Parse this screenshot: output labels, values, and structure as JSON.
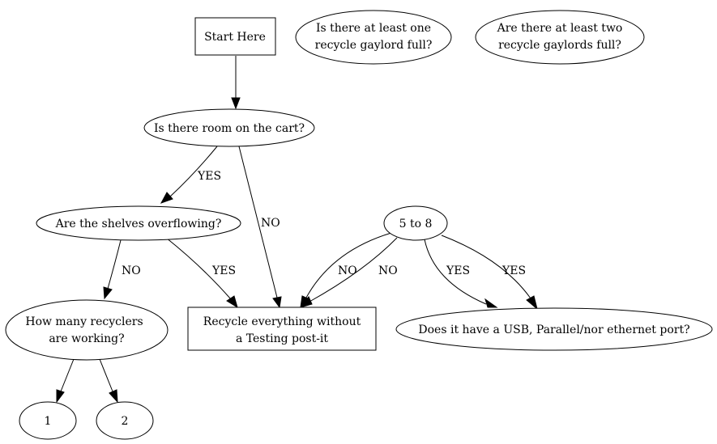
{
  "diagram": {
    "nodes": {
      "start": {
        "label": [
          "Start Here"
        ]
      },
      "q_one_gaylord": {
        "label": [
          "Is there at least one",
          "recycle gaylord full?"
        ]
      },
      "q_two_gaylords": {
        "label": [
          "Are there at least two",
          "recycle gaylords full?"
        ]
      },
      "q_room_on_cart": {
        "label": [
          "Is there room on the cart?"
        ]
      },
      "q_shelves": {
        "label": [
          "Are the shelves overflowing?"
        ]
      },
      "five_to_eight": {
        "label": [
          "5 to 8"
        ]
      },
      "q_recyclers": {
        "label": [
          "How many recyclers",
          "are working?"
        ]
      },
      "recycle_all": {
        "label": [
          "Recycle everything without",
          "a Testing post-it"
        ]
      },
      "q_ports": {
        "label": [
          "Does it have a USB, Parallel/nor ethernet port?"
        ]
      },
      "n1": {
        "label": [
          "1"
        ]
      },
      "n2": {
        "label": [
          "2"
        ]
      }
    },
    "edges": {
      "cart_yes": "YES",
      "cart_no": "NO",
      "shelves_no": "NO",
      "shelves_yes": "YES",
      "five_no_a": "NO",
      "five_no_b": "NO",
      "five_yes_a": "YES",
      "five_yes_b": "YES"
    }
  }
}
